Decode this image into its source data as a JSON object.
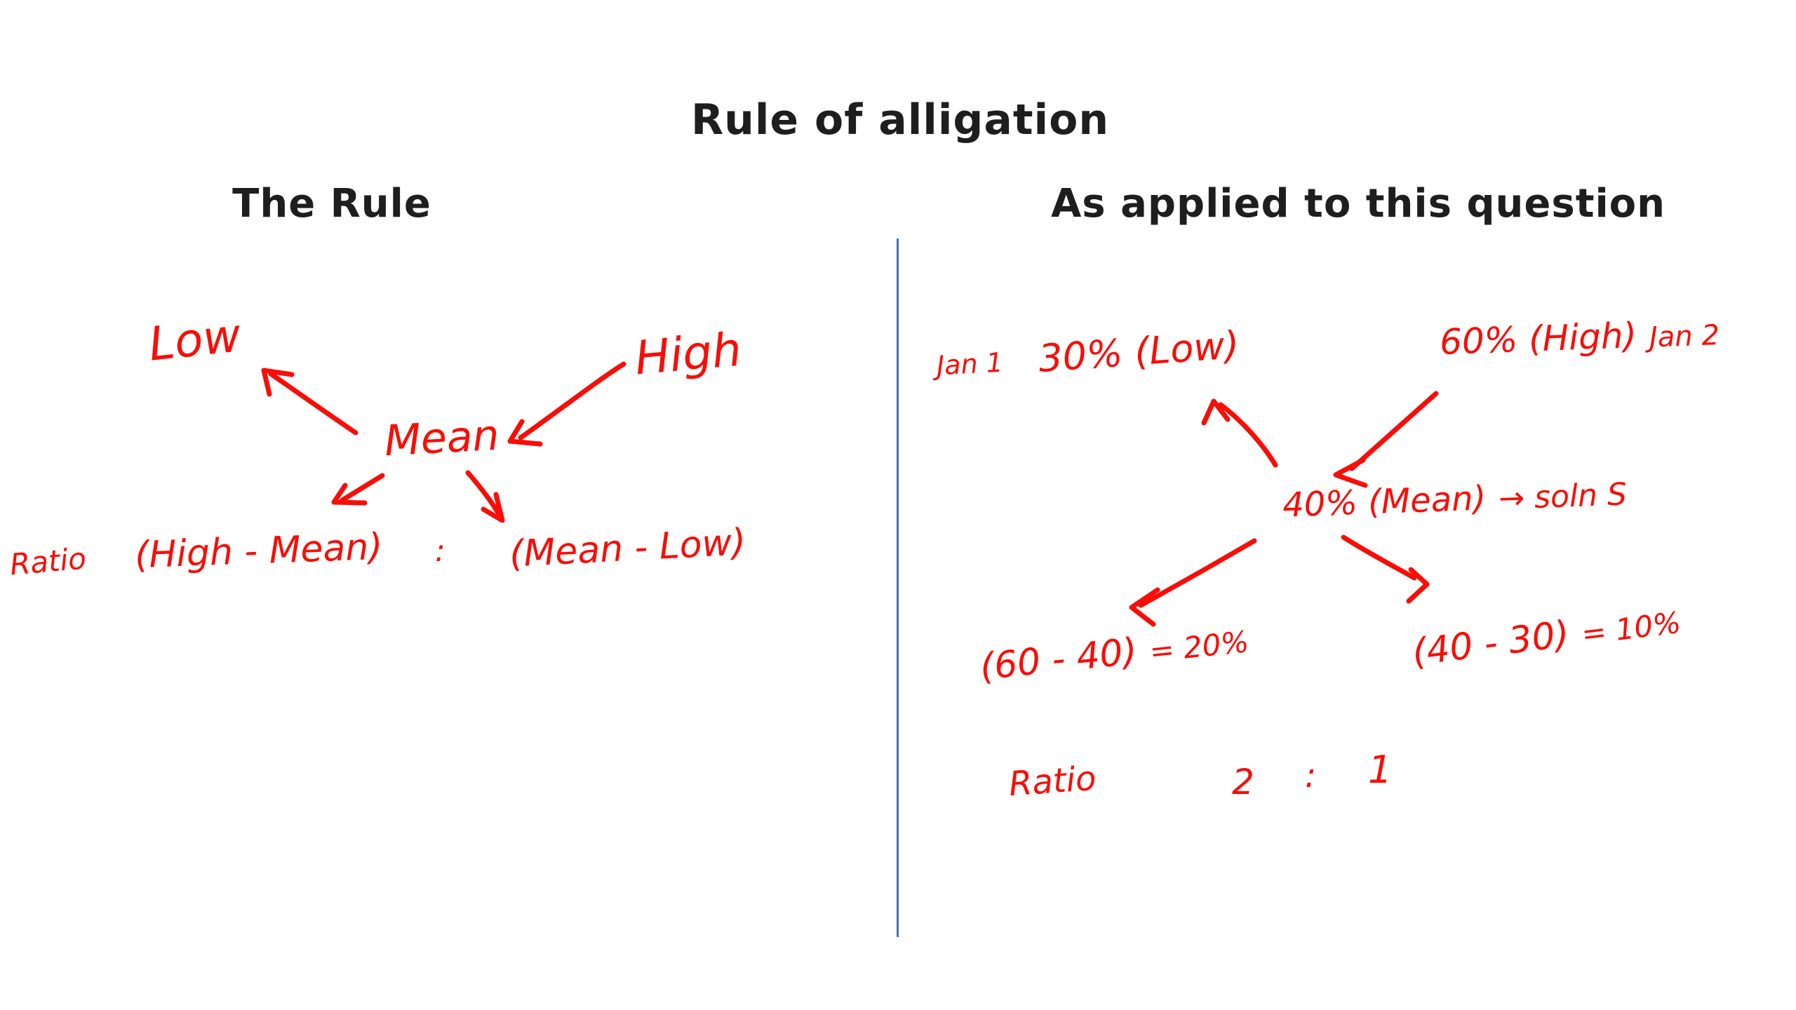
{
  "title": "Rule of alligation",
  "colors": {
    "red": "#f90d07",
    "blue": "#4373b5",
    "black": "#1e1e1e"
  },
  "left": {
    "heading": "The Rule",
    "low_label": "Low",
    "high_label": "High",
    "mean_label": "Mean",
    "ratio_label": "Ratio",
    "term_high_minus_mean": "(High - Mean)",
    "colon": ":",
    "term_mean_minus_low": "(Mean - Low)"
  },
  "right": {
    "heading": "As applied to this question",
    "jan1_label": "Jan 1",
    "low_value": "30% (Low)",
    "high_value": "60% (High)",
    "jan2_label": "Jan 2",
    "mean_value": "40% (Mean)",
    "soln_note": "→ soln S",
    "high_diff": "(60 - 40)",
    "high_diff_result": "= 20%",
    "low_diff": "(40 - 30)",
    "low_diff_result": "= 10%",
    "ratio_label": "Ratio",
    "ratio_left": "2",
    "ratio_colon": ":",
    "ratio_right": "1"
  }
}
